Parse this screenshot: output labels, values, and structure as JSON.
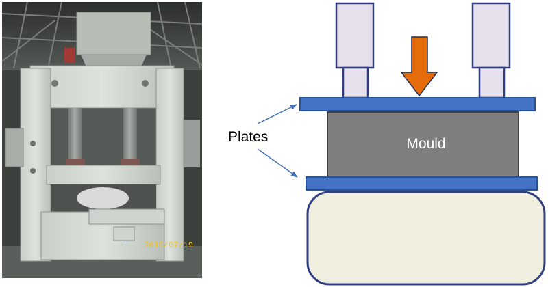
{
  "photo": {
    "date_stamp": "2010/07/19"
  },
  "diagram": {
    "plates_label": "Plates",
    "mould_label": "Mould"
  },
  "colors": {
    "plate_fill": "#4472c4",
    "plate_stroke": "#2f528f",
    "cylinder_fill": "#e6dfec",
    "cylinder_stroke": "#2f3f7f",
    "mould_fill": "#7f7f7f",
    "base_fill": "#efeedf",
    "arrow_fill": "#e46c0a",
    "pointer_arrow": "#3f6fb5",
    "date_stamp": "#f0c020"
  }
}
